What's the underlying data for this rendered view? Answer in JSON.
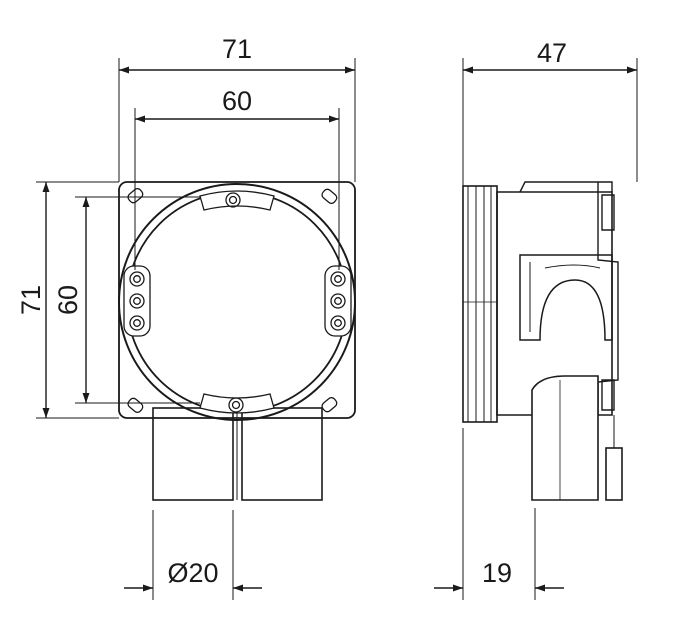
{
  "dimensions": {
    "front_width_outer": "71",
    "front_width_inner": "60",
    "front_height_outer": "71",
    "front_height_inner": "60",
    "pipe_diameter": "Ø20",
    "side_depth": "47",
    "side_pipe_offset": "19"
  },
  "colors": {
    "line": "#1a1a1a",
    "background": "#ffffff"
  }
}
